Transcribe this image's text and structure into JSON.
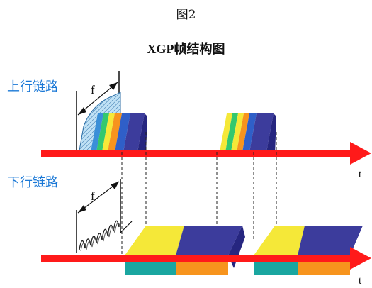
{
  "figure_number": "图2",
  "title": "XGP帧结构图",
  "uplink_label": "上行链路",
  "downlink_label": "下行链路",
  "time_axis_symbol": "t",
  "frequency_symbol": "f",
  "colors": {
    "arrow": "#ff1a1a",
    "label_blue": "#1a78d6",
    "navy": "#3c3c9c",
    "yellow": "#f5e838",
    "green": "#33c86e",
    "teal": "#1aa6a0",
    "orange": "#f7941d",
    "blue": "#3a8fd8",
    "spectrum_fill": "#bfe1f5"
  }
}
